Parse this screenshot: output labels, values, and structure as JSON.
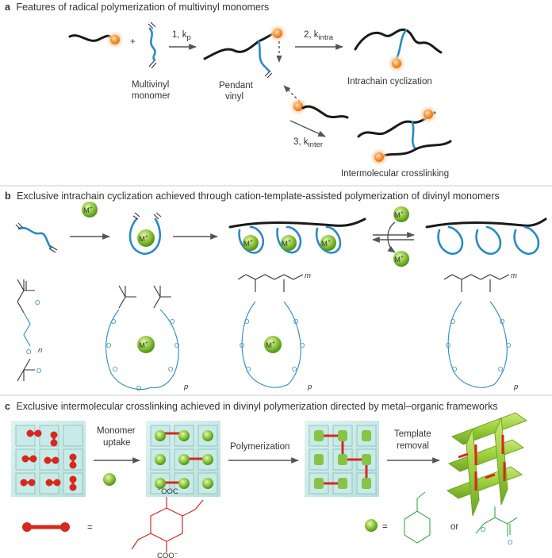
{
  "panel_a": {
    "letter": "a",
    "title": "Features of radical polymerization of multivinyl monomers",
    "plus": "+",
    "step1": "1, k",
    "step1_sub": "p",
    "step2": "2, k",
    "step2_sub": "intra",
    "step3": "3, k",
    "step3_sub": "inter",
    "monomer_label_1": "Multivinyl",
    "monomer_label_2": "monomer",
    "pendant_label_1": "Pendant",
    "pendant_label_2": "vinyl",
    "intrachain_label": "Intrachain cyclization",
    "intermolecular_label": "Intermolecular crosslinking"
  },
  "panel_b": {
    "letter": "b",
    "title": "Exclusive intrachain cyclization achieved through cation-template-assisted polymerization of divinyl monomers",
    "cation": "M",
    "cation_charge": "+",
    "repeat_n": "n",
    "repeat_p": "p",
    "repeat_m": "m",
    "oxygen": "O"
  },
  "panel_c": {
    "letter": "c",
    "title": "Exclusive intermolecular crosslinking achieved in divinyl polymerization directed by metal–organic frameworks",
    "step1_line1": "Monomer",
    "step1_line2": "uptake",
    "step2": "Polymerization",
    "step3_line1": "Template",
    "step3_line2": "removal",
    "equals": "=",
    "or": "or",
    "carboxylate_top": "OOC",
    "carboxylate_bottom": "COO",
    "minus": "−",
    "methoxy_o": "O"
  },
  "colors": {
    "chain": "#1a1a1a",
    "blue": "#2a8ac6",
    "orange_radical": "#f08a24",
    "green_cation": "#7cbf2e",
    "red_linker": "#d7281e",
    "mof_cyan": "#a9dcd8"
  }
}
